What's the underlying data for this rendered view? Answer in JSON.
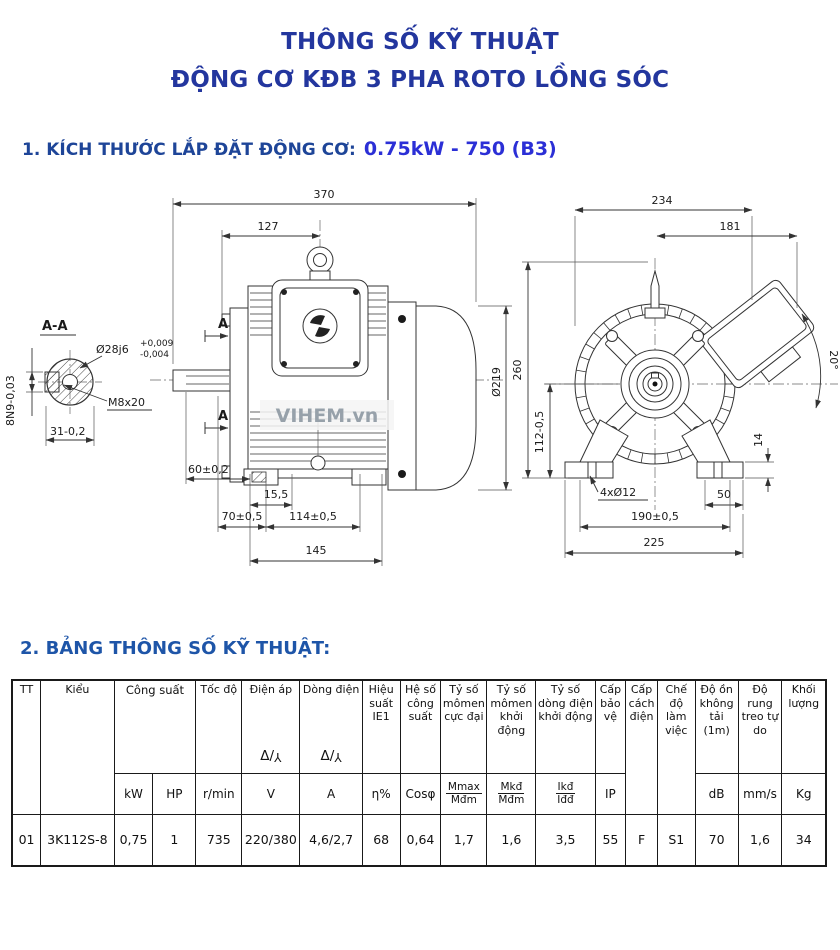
{
  "header": {
    "title_line1": "THÔNG SỐ KỸ THUẬT",
    "title_line2": "ĐỘNG CƠ KĐB 3 PHA ROTO LỒNG SÓC",
    "title_color": "#23369e"
  },
  "section1": {
    "label": "1. KÍCH THƯỚC LẮP ĐẶT ĐỘNG CƠ:",
    "value": "0.75kW - 750 (B3)",
    "accent_color": "#2b2fd6"
  },
  "drawing": {
    "watermark": "VIHEM.vn",
    "labels": {
      "section": "A-A",
      "section_mark": "A",
      "shaft_dia": "Ø28j6",
      "shaft_tol_plus": "+0,009",
      "shaft_tol_minus": "-0,004",
      "key_spec": "M8x20",
      "dim_31": "31-0,2",
      "keyway": "8N9-0,03",
      "dim_370": "370",
      "dim_127": "127",
      "dia_219": "Ø219",
      "dim_260": "260",
      "dim_112": "112-0,5",
      "dim_60": "60±0,2",
      "dim_155": "15,5",
      "dim_70": "70±0,5",
      "dim_114": "114±0,5",
      "dim_145": "145",
      "dim_234": "234",
      "dim_181": "181",
      "angle_20": "20°",
      "dim_14": "14",
      "holes": "4xØ12",
      "dim_50": "50",
      "dim_190": "190±0,5",
      "dim_225": "225"
    }
  },
  "section2": {
    "label": "2. BẢNG THÔNG SỐ KỸ THUẬT:"
  },
  "table": {
    "headers": {
      "tt": "TT",
      "kieu": "Kiểu",
      "cong_suat": "Công suất",
      "toc_do": "Tốc độ",
      "dien_ap": "Điện áp",
      "dong_dien": "Dòng điện",
      "hieu_suat": "Hiệu suất IE1",
      "he_so": "Hệ số công suất",
      "ty_so_momen_max": "Tỷ số mômen cực đại",
      "ty_so_momen_kd": "Tỷ số mômen khởi động",
      "ty_so_dong_dien": "Tỷ số dòng điện khởi động",
      "cap_bao_ve": "Cấp bảo vệ",
      "cap_cach_dien": "Cấp cách điện",
      "che_do": "Chế độ làm việc",
      "do_on": "Độ ồn không tải (1m)",
      "do_rung": "Độ rung treo tự do",
      "khoi_luong": "Khối lượng",
      "delta": "Δ/",
      "star": "Y"
    },
    "units": {
      "kw": "kW",
      "hp": "HP",
      "rmin": "r/min",
      "v": "V",
      "a": "A",
      "eta": "η%",
      "cos": "Cosφ",
      "mmax": {
        "num": "Mmax",
        "den": "Mđm"
      },
      "mkd": {
        "num": "Mkđ",
        "den": "Mđm"
      },
      "ikd": {
        "num": "Ikđ",
        "den": "Iđđ"
      },
      "ip": "IP",
      "db": "dB",
      "mms": "mm/s",
      "kg": "Kg"
    },
    "row": {
      "tt": "01",
      "kieu": "3K112S-8",
      "kw": "0,75",
      "hp": "1",
      "rmin": "735",
      "v": "220/380",
      "a": "4,6/2,7",
      "eta": "68",
      "cos": "0,64",
      "mmax": "1,7",
      "mkd": "1,6",
      "ikd": "3,5",
      "ip": "55",
      "cach_dien": "F",
      "che_do": "S1",
      "db": "70",
      "rung": "1,6",
      "kg": "34"
    }
  }
}
